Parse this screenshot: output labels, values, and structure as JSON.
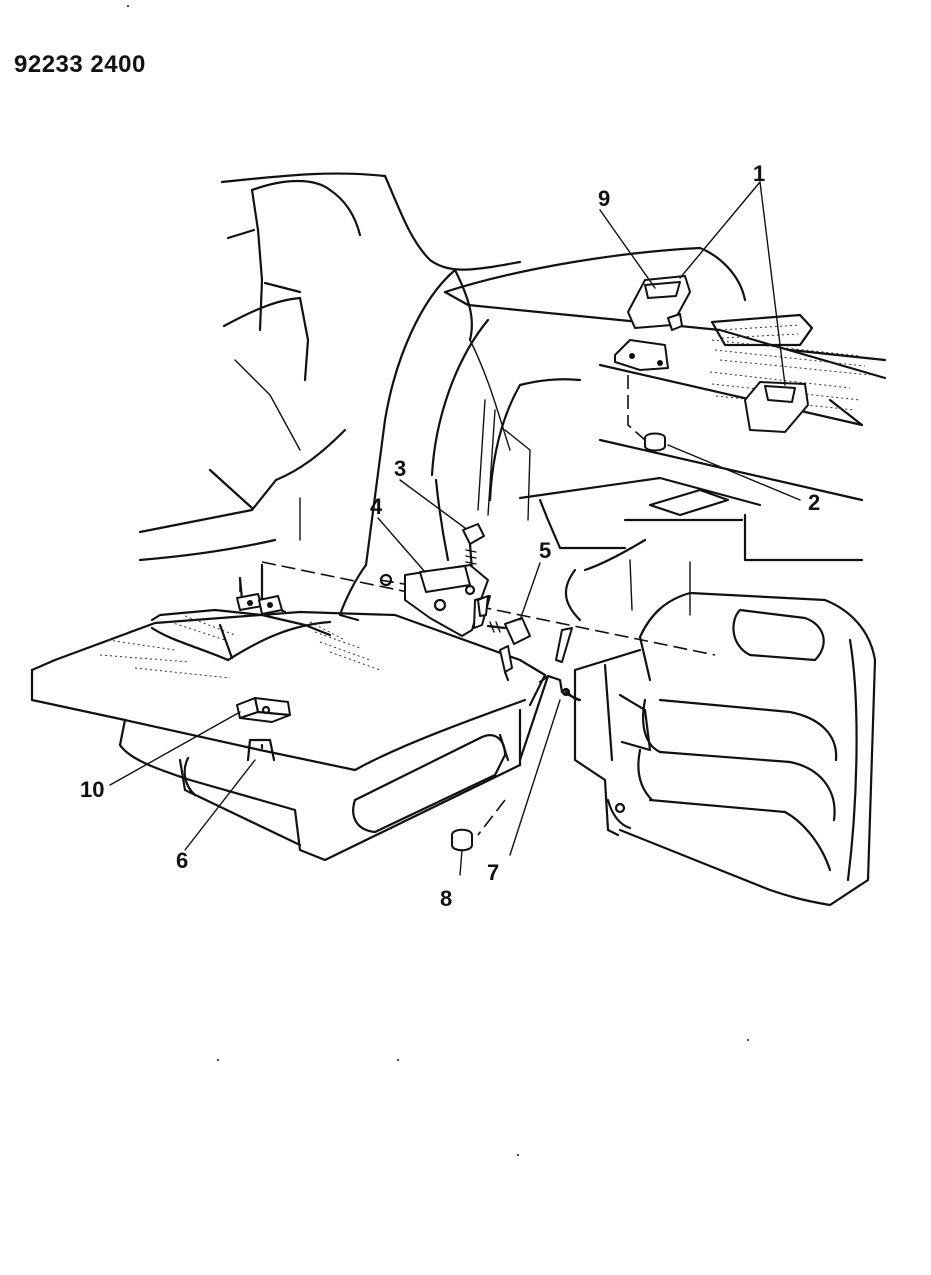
{
  "diagram": {
    "reference_number": "92233 2400",
    "callouts": [
      {
        "id": "1",
        "label": "1"
      },
      {
        "id": "2",
        "label": "2"
      },
      {
        "id": "3",
        "label": "3"
      },
      {
        "id": "4",
        "label": "4"
      },
      {
        "id": "5",
        "label": "5"
      },
      {
        "id": "6",
        "label": "6"
      },
      {
        "id": "7",
        "label": "7"
      },
      {
        "id": "8",
        "label": "8"
      },
      {
        "id": "9",
        "label": "9"
      },
      {
        "id": "10",
        "label": "10"
      }
    ],
    "colors": {
      "ink": "#111111",
      "paper": "#ffffff"
    }
  }
}
